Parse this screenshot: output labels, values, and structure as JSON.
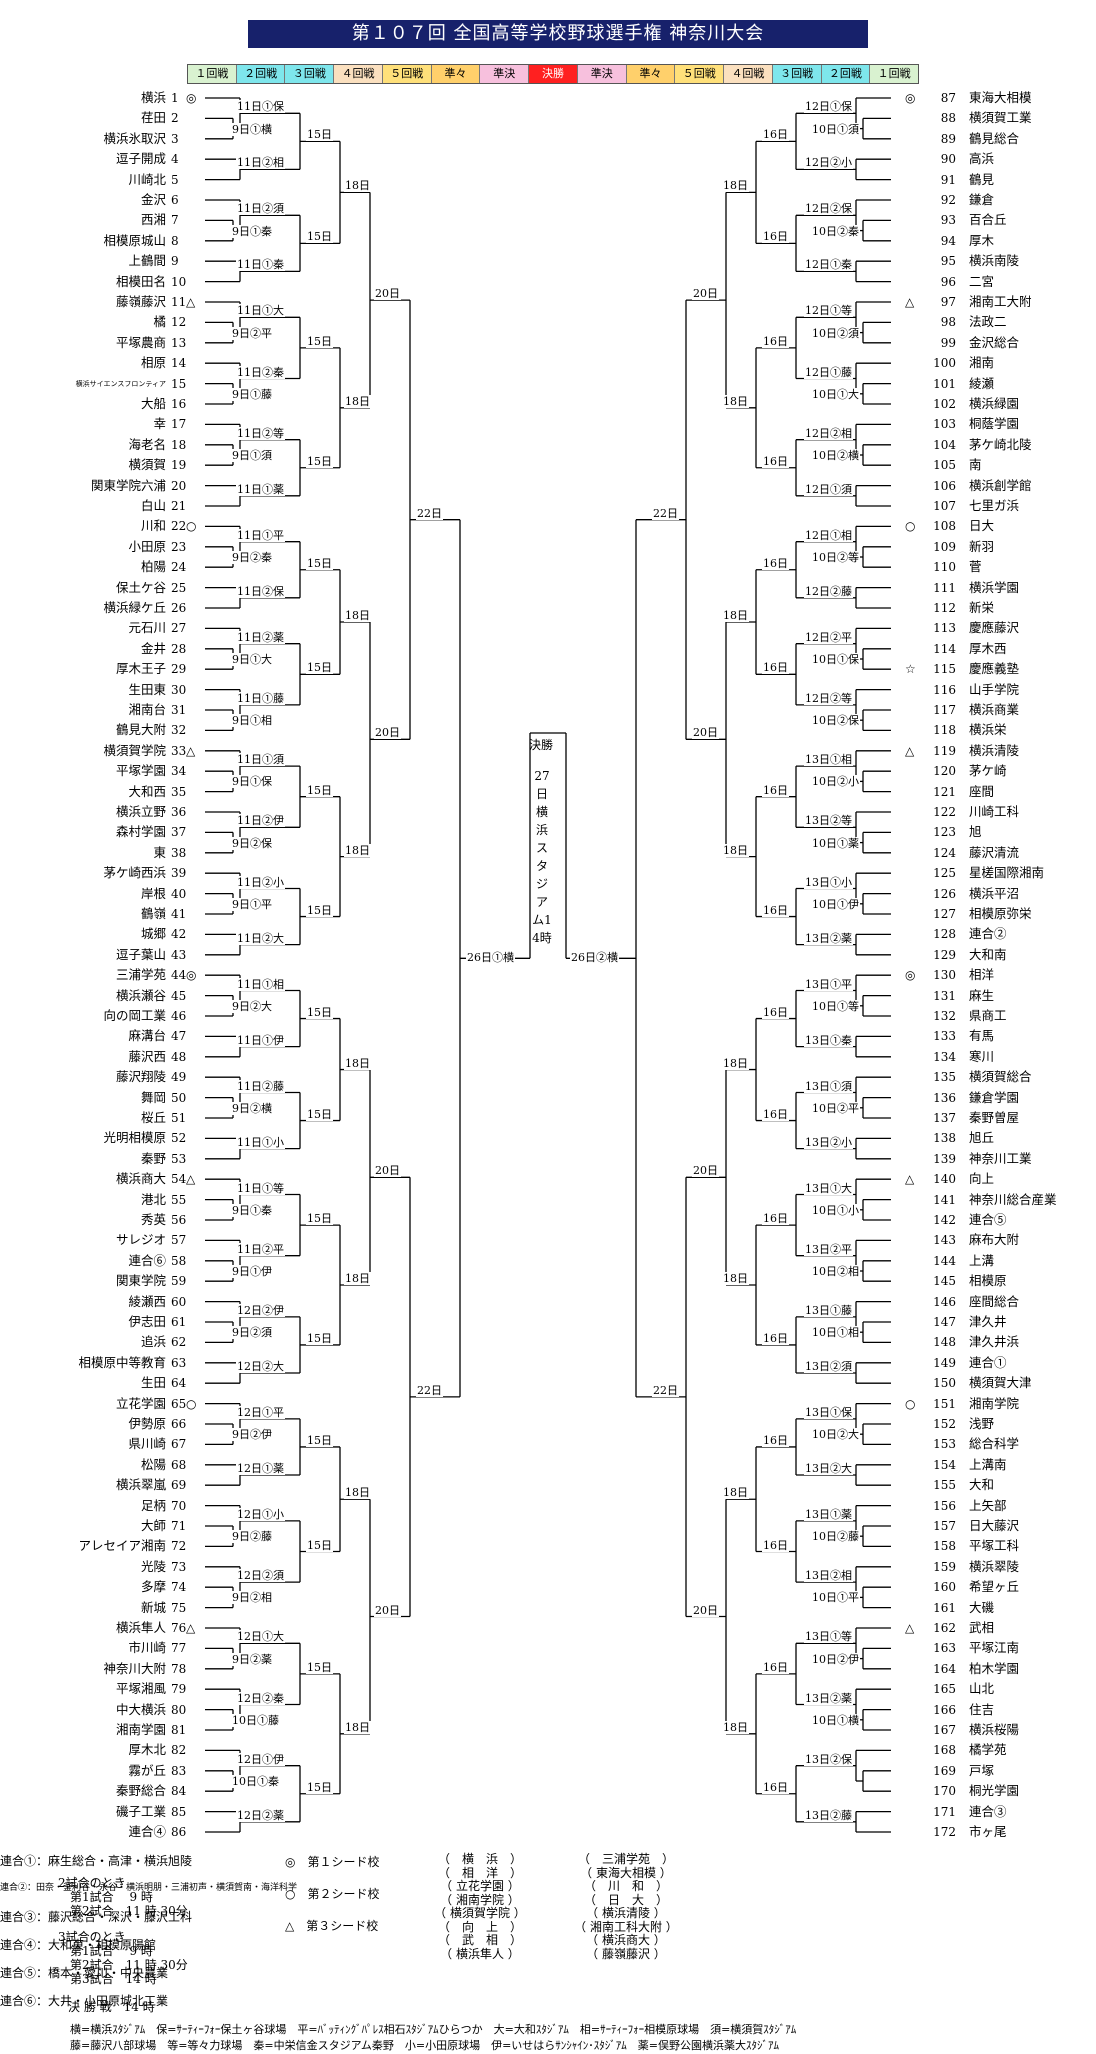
{
  "title": "第１０７回 全国高等学校野球選手権 神奈川大会",
  "rounds": [
    "１回戦",
    "２回戦",
    "３回戦",
    "４回戦",
    "５回戦",
    "準々",
    "準決",
    "決勝",
    "準決",
    "準々",
    "５回戦",
    "４回戦",
    "３回戦",
    "２回戦",
    "１回戦"
  ],
  "round_colors": [
    "#d9f2d0",
    "#7ee6ec",
    "#7ee6ec",
    "#fbe0bf",
    "#ffe07a",
    "#ffd06b",
    "#f7c0dd",
    "#ff2020",
    "#f7c0dd",
    "#ffd06b",
    "#ffe07a",
    "#fbe0bf",
    "#7ee6ec",
    "#7ee6ec",
    "#d9f2d0"
  ],
  "left_teams": [
    "横浜",
    "荏田",
    "横浜氷取沢",
    "逗子開成",
    "川崎北",
    "金沢",
    "西湘",
    "相模原城山",
    "上鶴間",
    "相模田名",
    "藤嶺藤沢",
    "橘",
    "平塚農商",
    "相原",
    "横浜サイエンスフロンティア",
    "大船",
    "幸",
    "海老名",
    "横須賀",
    "関東学院六浦",
    "白山",
    "川和",
    "小田原",
    "柏陽",
    "保土ケ谷",
    "横浜緑ケ丘",
    "元石川",
    "金井",
    "厚木王子",
    "生田東",
    "湘南台",
    "鶴見大附",
    "横須賀学院",
    "平塚学園",
    "大和西",
    "横浜立野",
    "森村学園",
    "東",
    "茅ケ崎西浜",
    "岸根",
    "鶴嶺",
    "城郷",
    "逗子葉山",
    "三浦学苑",
    "横浜瀬谷",
    "向の岡工業",
    "麻溝台",
    "藤沢西",
    "藤沢翔陵",
    "舞岡",
    "桜丘",
    "光明相模原",
    "秦野",
    "横浜商大",
    "港北",
    "秀英",
    "サレジオ",
    "連合⑥",
    "関東学院",
    "綾瀬西",
    "伊志田",
    "追浜",
    "相模原中等教育",
    "生田",
    "立花学園",
    "伊勢原",
    "県川崎",
    "松陽",
    "横浜翠嵐",
    "足柄",
    "大師",
    "アレセイア湘南",
    "光陵",
    "多摩",
    "新城",
    "横浜隼人",
    "市川崎",
    "神奈川大附",
    "平塚湘風",
    "中大横浜",
    "湘南学園",
    "厚木北",
    "霧が丘",
    "秦野総合",
    "磯子工業",
    "連合④"
  ],
  "right_teams": [
    "東海大相模",
    "横須賀工業",
    "鶴見総合",
    "高浜",
    "鶴見",
    "鎌倉",
    "百合丘",
    "厚木",
    "横浜南陵",
    "二宮",
    "湘南工大附",
    "法政二",
    "金沢総合",
    "湘南",
    "綾瀬",
    "横浜緑園",
    "桐蔭学園",
    "茅ケ崎北陵",
    "南",
    "横浜創学館",
    "七里ガ浜",
    "日大",
    "新羽",
    "菅",
    "横浜学園",
    "新栄",
    "慶應藤沢",
    "厚木西",
    "慶應義塾",
    "山手学院",
    "横浜商業",
    "横浜栄",
    "横浜清陵",
    "茅ケ崎",
    "座間",
    "川崎工科",
    "旭",
    "藤沢清流",
    "星槎国際湘南",
    "横浜平沼",
    "相模原弥栄",
    "連合②",
    "大和南",
    "相洋",
    "麻生",
    "県商工",
    "有馬",
    "寒川",
    "横須賀総合",
    "鎌倉学園",
    "秦野曽屋",
    "旭丘",
    "神奈川工業",
    "向上",
    "神奈川総合産業",
    "連合⑤",
    "麻布大附",
    "上溝",
    "相模原",
    "座間総合",
    "津久井",
    "津久井浜",
    "連合①",
    "横須賀大津",
    "湘南学院",
    "浅野",
    "総合科学",
    "上溝南",
    "大和",
    "上矢部",
    "日大藤沢",
    "平塚工科",
    "横浜翠陵",
    "希望ヶ丘",
    "大磯",
    "武相",
    "平塚江南",
    "柏木学園",
    "山北",
    "住吉",
    "横浜桜陽",
    "橘学苑",
    "戸塚",
    "桐光学園",
    "連合③",
    "市ヶ尾"
  ],
  "left_seeds": {
    "1": "◎",
    "11": "△",
    "22": "○",
    "33": "△",
    "44": "◎",
    "54": "△",
    "65": "○",
    "76": "△"
  },
  "right_seeds": {
    "87": "◎",
    "97": "△",
    "108": "○",
    "115": "☆",
    "119": "△",
    "130": "◎",
    "140": "△",
    "151": "○",
    "162": "△"
  },
  "left_1st_labels": [
    "9日①横",
    "9日①秦",
    "9日②平",
    "9日①藤",
    "9日①須",
    "9日②秦",
    "9日①大",
    "9日①相",
    "9日①保",
    "9日②保",
    "9日①平",
    "9日②大",
    "9日②横",
    "9日①秦",
    "9日①伊",
    "9日②須",
    "9日②伊",
    "9日②藤",
    "9日②相",
    "9日②薬",
    "10日①藤",
    "10日①秦"
  ],
  "left_2nd_labels": [
    "11日①保",
    "11日②相",
    "11日②須",
    "11日①秦",
    "11日①大",
    "11日②秦",
    "11日②等",
    "11日①薬",
    "11日①平",
    "11日②保",
    "11日②薬",
    "11日①藤",
    "11日①須",
    "11日②伊",
    "11日②小",
    "11日②大",
    "11日①相",
    "11日①伊",
    "11日②藤",
    "11日①小",
    "11日①等",
    "11日②平",
    "12日②伊",
    "12日②大",
    "12日①平",
    "12日①薬",
    "12日①小",
    "12日②須",
    "12日①大",
    "12日②秦",
    "12日①伊",
    "12日②薬"
  ],
  "right_2nd_labels": [
    "12日①保",
    "12日②小",
    "12日②保",
    "12日①秦",
    "12日①等",
    "12日①藤",
    "12日②相",
    "12日①須",
    "12日①相",
    "12日②藤",
    "12日②平",
    "12日②等",
    "13日①相",
    "13日②等",
    "13日①小",
    "13日②薬",
    "13日①平",
    "13日①秦",
    "13日①須",
    "13日②小",
    "13日①大",
    "13日②平",
    "13日①藤",
    "13日②須",
    "13日①保",
    "13日②大",
    "13日①薬",
    "13日②相",
    "13日①等",
    "13日②薬",
    "13日②保",
    "13日②藤"
  ],
  "right_1st_labels": [
    "10日①須",
    "10日②秦",
    "10日②須",
    "10日①大",
    "10日②横",
    "10日②等",
    "10日①保",
    "10日②保",
    "10日②小",
    "10日①薬",
    "10日①伊",
    "10日①等",
    "10日②平",
    "10日①小",
    "10日②相",
    "10日①相",
    "10日②大",
    "10日②藤",
    "10日①平",
    "10日②伊",
    "10日①横"
  ],
  "day_15": "15日",
  "day_16": "16日",
  "day_18": "18日",
  "day_20": "20日",
  "day_22": "22日",
  "semi_left": "26日①横",
  "semi_right": "26日②横",
  "final_label": "決勝",
  "final_schedule": "27日横浜スタジアム14時",
  "legend": {
    "two_games": "2試合のとき",
    "two_game_times": [
      "第1試合　 9 時",
      "第2試合　11 時 30分"
    ],
    "three_games": "3試合のとき",
    "three_game_times": [
      "第1試合　 9 時",
      "第2試合　11 時 30分",
      "第3試合　14 時"
    ],
    "final_time": "決 勝 戦　14 時"
  },
  "seed_legend": [
    {
      "symbol": "◎",
      "label": "第１シード校"
    },
    {
      "symbol": "○",
      "label": "第２シード校"
    },
    {
      "symbol": "△",
      "label": "第３シード校"
    }
  ],
  "seed_pairs": [
    [
      "（　横　浜　）",
      "（　三浦学苑　）"
    ],
    [
      "（　相　洋　）",
      "（ 東海大相模 ）"
    ],
    [
      "（ 立花学園 ）",
      "（　川　和　）"
    ],
    [
      "（ 湘南学院 ）",
      "（　日　大　）"
    ],
    [
      "（ 横須賀学院 ）",
      "（ 横浜清陵 ）"
    ],
    [
      "（　向　上　）",
      "（ 湘南工科大附 ）"
    ],
    [
      "（　武　相　）",
      "（ 横浜商大 ）"
    ],
    [
      "（ 横浜隼人 ）",
      "（ 藤嶺藤沢 ）"
    ]
  ],
  "unions": [
    "連合①：麻生総合・高津・横浜旭陵",
    "連合②：田奈・釜利谷・永谷・横浜明朋・三浦初声・横須賀南・海洋科学",
    "連合③：藤沢総合・深沢・藤沢工科",
    "連合④：大和東・相模原陽館",
    "連合⑤：橋本・愛川・中央農業",
    "連合⑥：大井・小田原城北工業"
  ],
  "abbreviations": [
    "横=横浜ｽﾀｼﾞｱﾑ　保=ｻｰﾃｨｰﾌｫｰ保土ヶ谷球場　平=ﾊﾞｯﾃｨﾝｸﾞﾊﾟﾚｽ相石ｽﾀｼﾞｱﾑひらつか　大=大和ｽﾀｼﾞｱﾑ　相=ｻｰﾃｨｰﾌｫｰ相模原球場　須=横須賀ｽﾀｼﾞｱﾑ",
    "藤=藤沢八部球場　等=等々力球場　秦=中栄信金スタジアム秦野　小=小田原球場　伊=いせはらｻﾝｼｬｲﾝ･ｽﾀｼﾞｱﾑ　薬=俣野公園横浜薬大ｽﾀｼﾞｱﾑ"
  ]
}
